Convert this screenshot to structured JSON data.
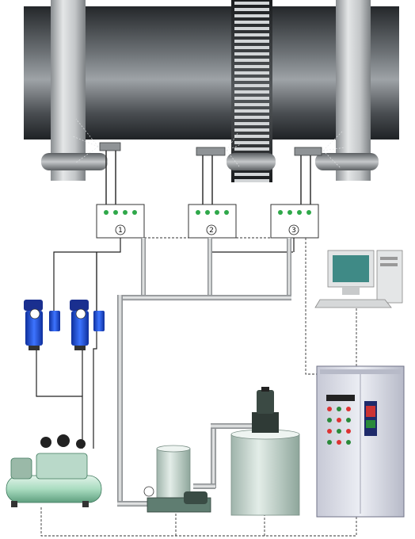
{
  "diagram": {
    "description_free": true,
    "valve_labels": [
      "1",
      "2",
      "3"
    ],
    "colors": {
      "kiln_dark": "#2b2e31",
      "kiln_light": "#9ea3a7",
      "tire": "#c9ccce",
      "pipe": "#d8dadb",
      "pipe_edge": "#6f7375",
      "led_green": "#2fa84a",
      "box_fill": "#ffffff",
      "box_stroke": "#333333",
      "cabinet": "#d9dbe6",
      "tank": "#c9d8d2",
      "compressor": "#c7e8d6",
      "filter_blue": "#1f4fd8"
    },
    "icons": [
      "air-filter-regulator-icon",
      "monitor-icon",
      "pressure-gauge-icon",
      "motor-icon"
    ]
  }
}
